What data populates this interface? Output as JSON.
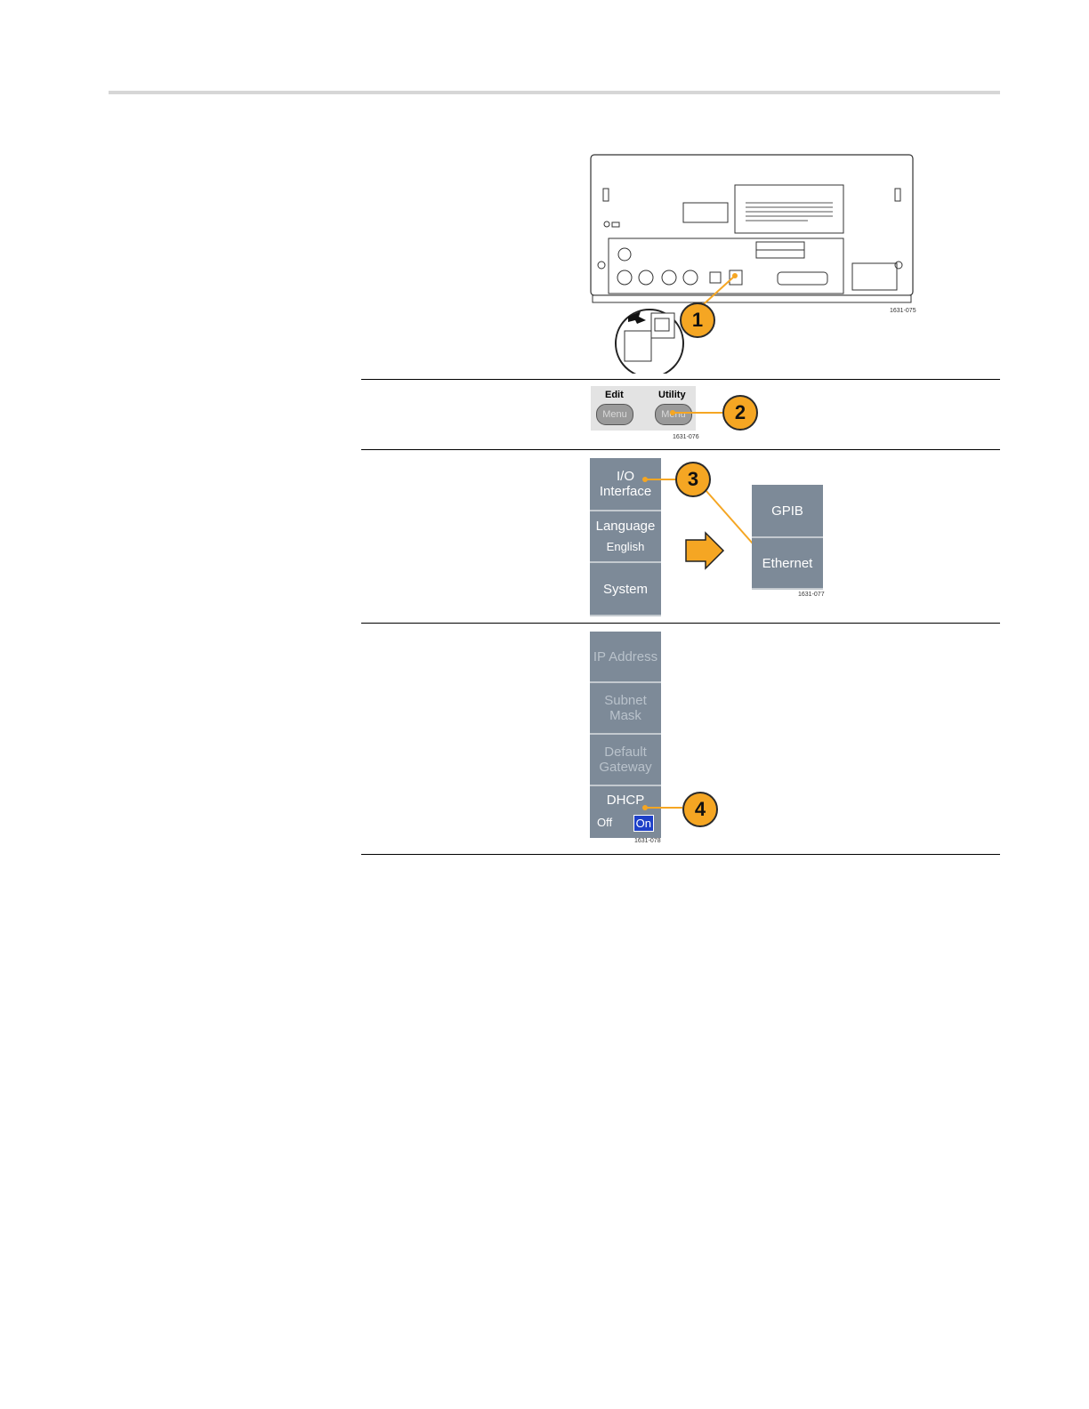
{
  "callouts": [
    "1",
    "2",
    "3",
    "4"
  ],
  "figure_codes": {
    "rear_panel": "1631-075",
    "utility_key": "1631-076",
    "io_menu": "1631-077",
    "ethernet_menu": "1631-078"
  },
  "front_panel": {
    "edit_label": "Edit",
    "utility_label": "Utility",
    "menu_key": "Menu",
    "utility_key": "Menu"
  },
  "utility_menu": {
    "io_interface": "I/O Interface",
    "language": "Language",
    "language_value": "English",
    "system": "System"
  },
  "interface_menu": {
    "gpib": "GPIB",
    "ethernet": "Ethernet"
  },
  "ethernet_menu": {
    "ip_address": "IP Address",
    "subnet_mask": "Subnet Mask",
    "default_gateway": "Default Gateway",
    "dhcp": "DHCP",
    "dhcp_off": "Off",
    "dhcp_on": "On"
  },
  "colors": {
    "callout": "#f5a623",
    "menu_bg": "#7d8a98",
    "dhcp_selected": "#1e40c8"
  }
}
